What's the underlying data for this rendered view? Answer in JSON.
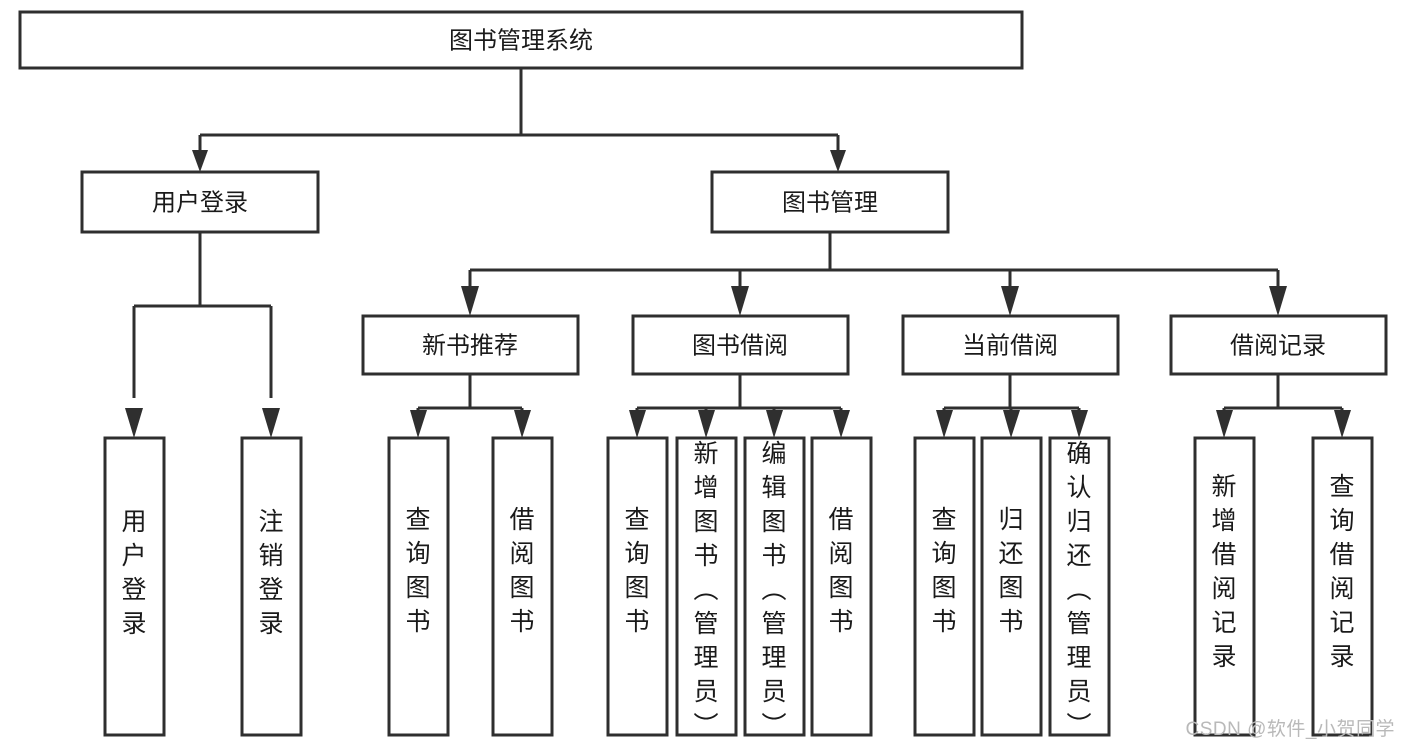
{
  "diagram": {
    "type": "tree-hierarchy-chart",
    "title": "图书管理系统",
    "watermark": "CSDN @软件_小贺同学",
    "colors": {
      "stroke": "#2f2f2f",
      "fill": "#ffffff",
      "text": "#1a1a1a",
      "watermark": "#b9b9b9"
    },
    "levels": [
      {
        "level": 1,
        "nodes": [
          {
            "id": "root",
            "label": "图书管理系统",
            "orientation": "horizontal"
          }
        ]
      },
      {
        "level": 2,
        "nodes": [
          {
            "id": "user-login",
            "label": "用户登录",
            "orientation": "horizontal",
            "parent": "root"
          },
          {
            "id": "book-manage",
            "label": "图书管理",
            "orientation": "horizontal",
            "parent": "root"
          }
        ]
      },
      {
        "level": 3,
        "nodes": [
          {
            "id": "new-book-rec",
            "label": "新书推荐",
            "orientation": "horizontal",
            "parent": "book-manage"
          },
          {
            "id": "book-borrow",
            "label": "图书借阅",
            "orientation": "horizontal",
            "parent": "book-manage"
          },
          {
            "id": "current-borrow",
            "label": "当前借阅",
            "orientation": "horizontal",
            "parent": "book-manage"
          },
          {
            "id": "borrow-record",
            "label": "借阅记录",
            "orientation": "horizontal",
            "parent": "book-manage"
          }
        ]
      },
      {
        "level": 4,
        "nodes": [
          {
            "id": "leaf-user-login",
            "label": "用户登录",
            "orientation": "vertical",
            "parent": "user-login"
          },
          {
            "id": "leaf-logout",
            "label": "注销登录",
            "orientation": "vertical",
            "parent": "user-login"
          },
          {
            "id": "leaf-query-book-1",
            "label": "查询图书",
            "orientation": "vertical",
            "parent": "new-book-rec"
          },
          {
            "id": "leaf-borrow-book-1",
            "label": "借阅图书",
            "orientation": "vertical",
            "parent": "new-book-rec"
          },
          {
            "id": "leaf-query-book-2",
            "label": "查询图书",
            "orientation": "vertical",
            "parent": "book-borrow"
          },
          {
            "id": "leaf-add-book",
            "label": "新增图书（管理员）",
            "orientation": "vertical",
            "parent": "book-borrow"
          },
          {
            "id": "leaf-edit-book",
            "label": "编辑图书（管理员）",
            "orientation": "vertical",
            "parent": "book-borrow"
          },
          {
            "id": "leaf-borrow-book-2",
            "label": "借阅图书",
            "orientation": "vertical",
            "parent": "book-borrow"
          },
          {
            "id": "leaf-query-book-3",
            "label": "查询图书",
            "orientation": "vertical",
            "parent": "current-borrow"
          },
          {
            "id": "leaf-return-book",
            "label": "归还图书",
            "orientation": "vertical",
            "parent": "current-borrow"
          },
          {
            "id": "leaf-confirm-return",
            "label": "确认归还（管理员）",
            "orientation": "vertical",
            "parent": "current-borrow"
          },
          {
            "id": "leaf-add-record",
            "label": "新增借阅记录",
            "orientation": "vertical",
            "parent": "borrow-record"
          },
          {
            "id": "leaf-query-record",
            "label": "查询借阅记录",
            "orientation": "vertical",
            "parent": "borrow-record"
          }
        ]
      }
    ]
  }
}
